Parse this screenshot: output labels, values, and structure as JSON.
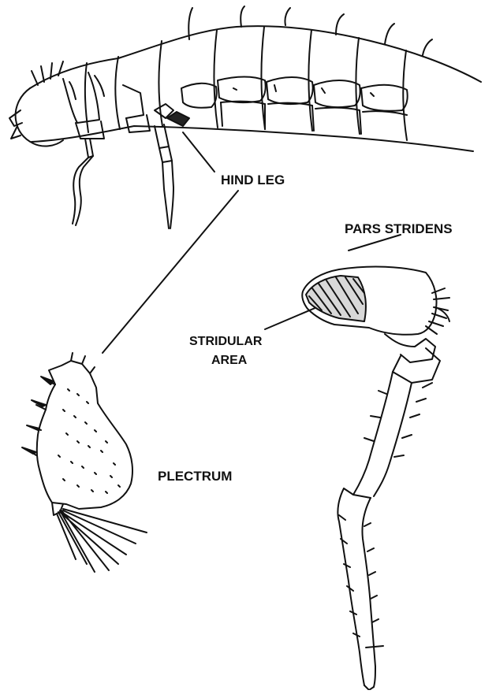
{
  "labels": {
    "hind_leg": "HIND LEG",
    "pars_stridens": "PARS STRIDENS",
    "stridular_area_line1": "STRIDULAR",
    "stridular_area_line2": "AREA",
    "plectrum": "PLECTRUM"
  }
}
